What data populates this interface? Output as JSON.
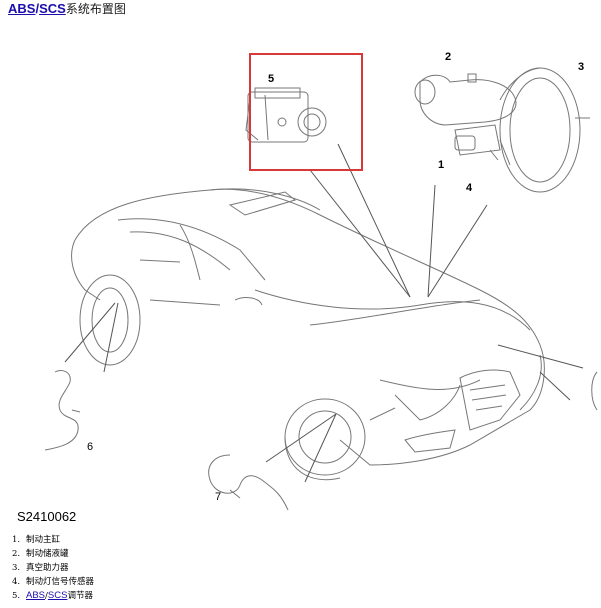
{
  "header": {
    "link_abs": "ABS",
    "separator": "/",
    "link_scs": "SCS",
    "suffix": "系统布置图"
  },
  "figure_code": "S2410062",
  "callouts": [
    "1",
    "2",
    "3",
    "4",
    "5",
    "6",
    "7"
  ],
  "legend": [
    {
      "num": "1.",
      "text": "制动主缸"
    },
    {
      "num": "2.",
      "text": "制动储液罐"
    },
    {
      "num": "3.",
      "text": "真空助力器"
    },
    {
      "num": "4.",
      "text": "制动灯信号传感器"
    },
    {
      "num": "5.",
      "link_abs": "ABS",
      "sep": "/",
      "link_scs": "SCS",
      "text": "调节器"
    }
  ],
  "colors": {
    "highlight_box": "#d9383a",
    "link": "#1a0dab",
    "line": "#666666"
  }
}
